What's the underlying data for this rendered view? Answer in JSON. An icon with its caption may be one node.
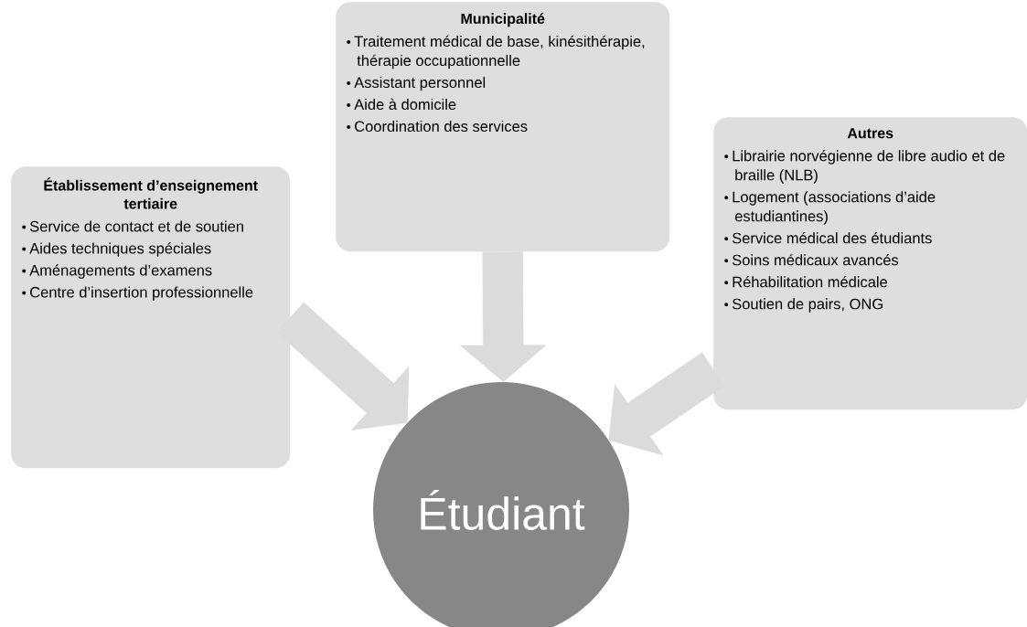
{
  "diagram": {
    "nodes": [
      {
        "text": [
          "Établissement d’enseignement tertiaire",
          "Service de contact et de soutien",
          "Aides techniques spéciales",
          "Aménagements d’examens",
          "Centre d’insertion professionnelle"
        ]
      },
      {
        "text": [
          "Municipalité",
          "Traitement médical de base, kinésithérapie, thérapie occupationnelle",
          "Assistant personnel",
          "Aide à domicile",
          "Coordination des services"
        ]
      },
      {
        "text": [
          "Autres",
          "Librairie norvégienne de libre audio et de braille (NLB)",
          "Logement (associations d’aide estudiantines)",
          "Service médical des étudiants",
          "Soins médicaux avancés",
          "Réhabilitation médicale",
          "Soutien de pairs, ONG"
        ]
      },
      {
        "text": [
          "Étudiant"
        ]
      }
    ],
    "edges": [
      {
        "from": 0,
        "to": 3,
        "arrow": "to"
      },
      {
        "from": 1,
        "to": 3,
        "arrow": "to"
      },
      {
        "from": 2,
        "to": 3,
        "arrow": "to"
      }
    ]
  }
}
